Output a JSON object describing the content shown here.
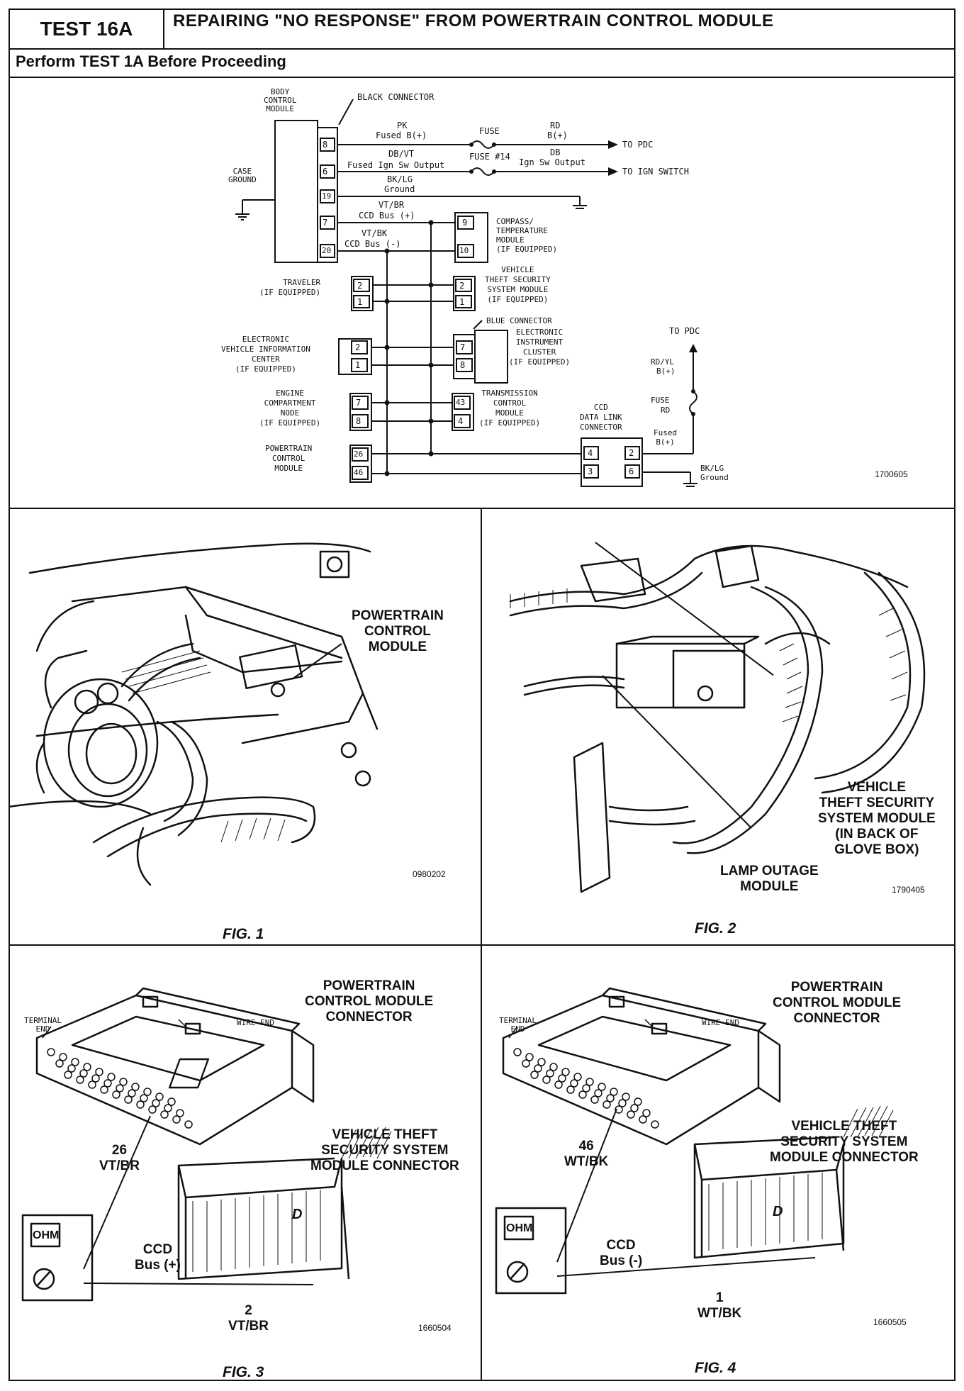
{
  "header": {
    "test_id": "TEST 16A",
    "title": "REPAIRING \"NO RESPONSE\" FROM POWERTRAIN CONTROL MODULE",
    "subtitle": "Perform TEST 1A Before Proceeding"
  },
  "schematic": {
    "bcm_label": "BODY\nCONTROL\nMODULE",
    "black_connector": "BLACK CONNECTOR",
    "case_ground": "CASE\nGROUND",
    "bcm_pins": [
      "8",
      "6",
      "19",
      "7",
      "20"
    ],
    "wire_pk": "PK",
    "wire_pk_desc": "Fused B(+)",
    "fuse_label": "FUSE",
    "wire_rd": "RD",
    "wire_rd_desc": "B(+)",
    "to_pdc": "TO PDC",
    "wire_dbvt": "DB/VT",
    "wire_dbvt_desc": "Fused Ign Sw Output",
    "fuse14": "FUSE #14",
    "wire_db": "DB",
    "wire_db_desc": "Ign Sw Output",
    "to_ign": "TO IGN SWITCH",
    "wire_bklg": "BK/LG",
    "wire_bklg_desc": "Ground",
    "wire_vtbr": "VT/BR",
    "ccd_plus": "CCD Bus (+)",
    "wire_vtbk": "VT/BK",
    "ccd_minus": "CCD Bus (-)",
    "compass_pins": [
      "9",
      "10"
    ],
    "compass_label": "COMPASS/\nTEMPERATURE\nMODULE\n(IF EQUIPPED)",
    "traveler_pins": [
      "2",
      "1"
    ],
    "traveler_label": "TRAVELER\n(IF EQUIPPED)",
    "vtss_pins": [
      "2",
      "1"
    ],
    "vtss_label": "VEHICLE\nTHEFT SECURITY\nSYSTEM MODULE\n(IF EQUIPPED)",
    "blue_connector": "BLUE CONNECTOR",
    "evic_pins": [
      "2",
      "1"
    ],
    "evic_label": "ELECTRONIC\nVEHICLE INFORMATION\nCENTER\n(IF EQUIPPED)",
    "eic_pins": [
      "7",
      "8"
    ],
    "eic_label": "ELECTRONIC\nINSTRUMENT\nCLUSTER\n(IF EQUIPPED)",
    "ecn_pins": [
      "7",
      "8"
    ],
    "ecn_label": "ENGINE\nCOMPARTMENT\nNODE\n(IF EQUIPPED)",
    "tcm_pins": [
      "43",
      "4"
    ],
    "tcm_label": "TRANSMISSION\nCONTROL\nMODULE\n(IF EQUIPPED)",
    "pcm_pins": [
      "26",
      "46"
    ],
    "pcm_label": "POWERTRAIN\nCONTROL\nMODULE",
    "dlc_label": "CCD\nDATA LINK\nCONNECTOR",
    "dlc_pins": [
      "4",
      "2",
      "3",
      "6"
    ],
    "to_pdc_right": "TO PDC",
    "rdyl": "RD/YL",
    "rdyl_desc": "B(+)",
    "fuse_rd": "FUSE",
    "fuse_rd_color": "RD",
    "fused_b": "Fused\nB(+)",
    "bklg_ground": "BK/LG\nGround",
    "code": "1700605"
  },
  "fig1": {
    "callout": "POWERTRAIN\nCONTROL\nMODULE",
    "code": "0980202",
    "caption": "FIG. 1"
  },
  "fig2": {
    "callout_vtss": "VEHICLE\nTHEFT SECURITY\nSYSTEM MODULE\n(IN BACK OF\nGLOVE BOX)",
    "callout_lamp": "LAMP OUTAGE\nMODULE",
    "code": "1790405",
    "caption": "FIG. 2"
  },
  "fig3": {
    "pcm_conn": "POWERTRAIN\nCONTROL MODULE\nCONNECTOR",
    "terminal_end": "TERMINAL\nEND",
    "wire_end": "WIRE END",
    "pin_a": "26\nVT/BR",
    "vtss_conn": "VEHICLE THEFT\nSECURITY SYSTEM\nMODULE CONNECTOR",
    "ohm": "OHM",
    "ccd": "CCD\nBus (+)",
    "pin_b": "2\nVT/BR",
    "conn_letter": "D",
    "code": "1660504",
    "caption": "FIG. 3"
  },
  "fig4": {
    "pcm_conn": "POWERTRAIN\nCONTROL MODULE\nCONNECTOR",
    "terminal_end": "TERMINAL\nEND",
    "wire_end": "WIRE END",
    "pin_a": "46\nWT/BK",
    "vtss_conn": "VEHICLE THEFT\nSECURITY SYSTEM\nMODULE CONNECTOR",
    "ohm": "OHM",
    "ccd": "CCD\nBus (-)",
    "pin_b": "1\nWT/BK",
    "conn_letter": "D",
    "code": "1660505",
    "caption": "FIG. 4"
  }
}
